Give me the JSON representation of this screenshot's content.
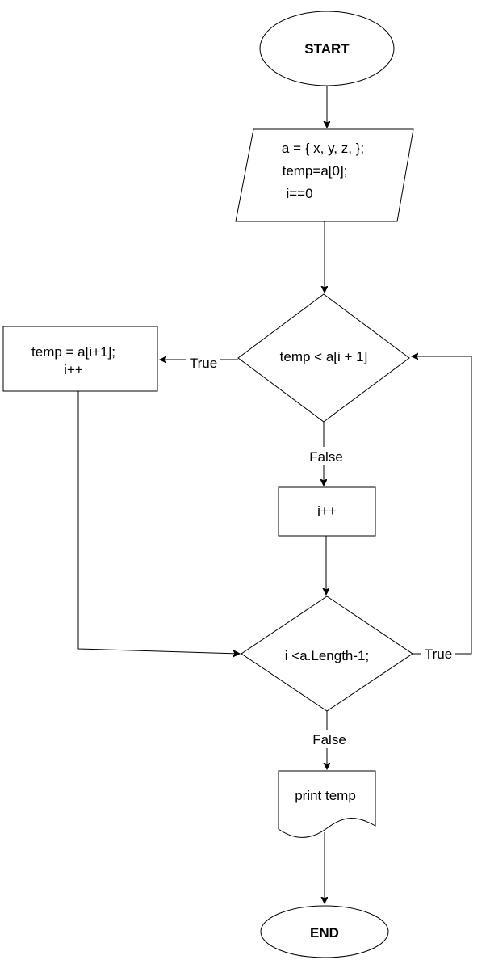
{
  "nodes": {
    "start": {
      "label": "START"
    },
    "init": {
      "lines": [
        "a = { x, y, z, };",
        "temp=a[0];",
        "i==0"
      ]
    },
    "cond1": {
      "label": "temp < a[i + 1]"
    },
    "assign": {
      "lines": [
        "temp = a[i+1];",
        "i++"
      ]
    },
    "incr": {
      "label": "i++"
    },
    "cond2": {
      "label": "i <a.Length-1;"
    },
    "print": {
      "label": "print temp"
    },
    "end": {
      "label": "END"
    }
  },
  "edges": {
    "cond1_true": "True",
    "cond1_false": "False",
    "cond2_true": "True",
    "cond2_false": "False"
  },
  "colors": {
    "stroke": "#000000",
    "fill": "#ffffff"
  }
}
